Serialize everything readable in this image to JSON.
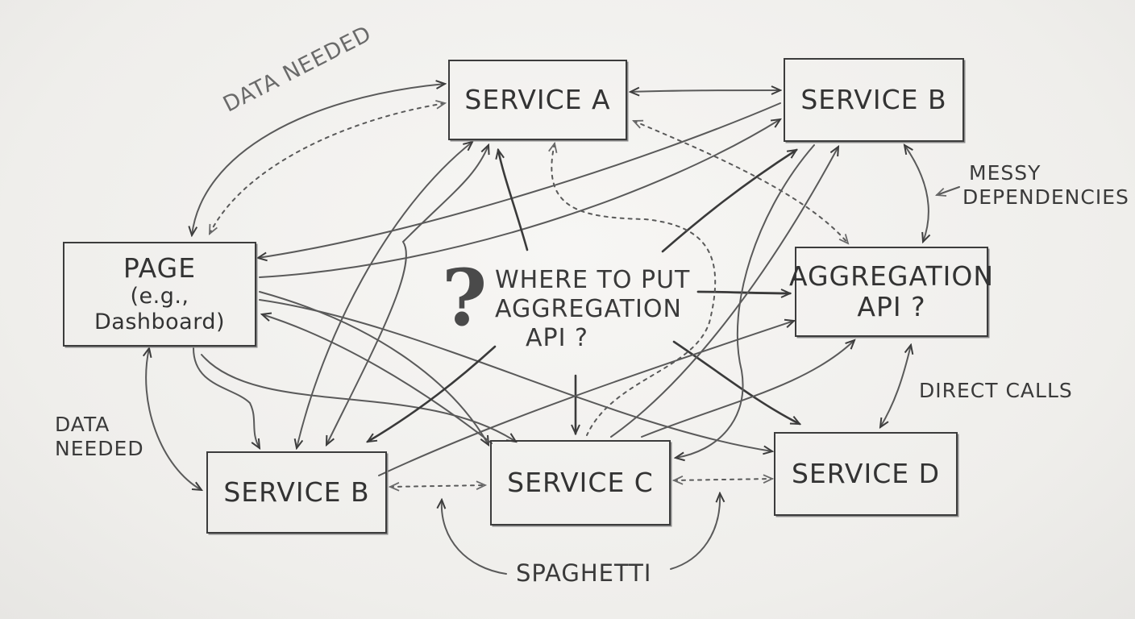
{
  "boxes": {
    "service_a_top": "SERVICE A",
    "service_b_top": "SERVICE B",
    "page_title": "PAGE",
    "page_sub": "(e.g., Dashboard)",
    "aggregation_line1": "AGGREGATION",
    "aggregation_line2": "API ?",
    "service_b_bottom": "SERVICE B",
    "service_c": "SERVICE C",
    "service_d": "SERVICE D"
  },
  "annotations": {
    "data_needed_top": "DATA NEEDED",
    "data_needed_left_line1": "DATA",
    "data_needed_left_line2": "NEEDED",
    "messy_line1": "MESSY",
    "messy_line2": "DEPENDENCIES",
    "direct_calls": "DIRECT CALLS",
    "spaghetti": "SPAGHETTI",
    "question_line1": "WHERE TO PUT",
    "question_line2": "AGGREGATION",
    "question_line3": "API ?",
    "question_mark": "?"
  },
  "colors": {
    "paper": "#f2f1ef",
    "pencil": "#3c3c3c",
    "pencil_light": "#6a6a6a"
  }
}
